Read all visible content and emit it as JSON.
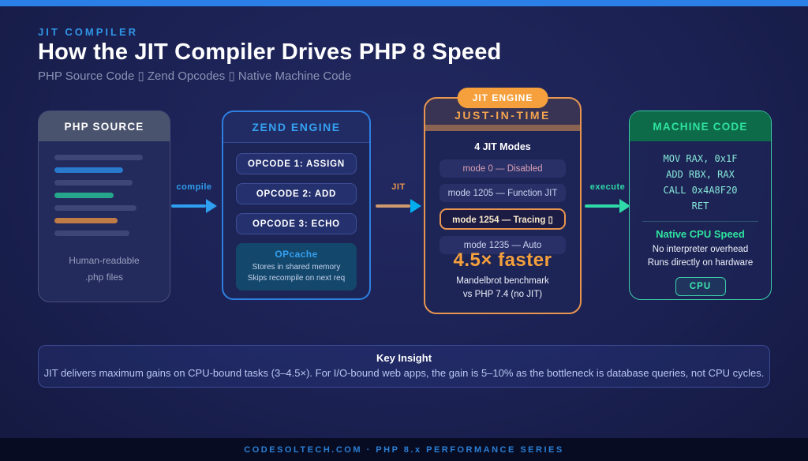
{
  "page": {
    "eyebrow": "JIT COMPILER",
    "title": "How the JIT Compiler Drives PHP 8 Speed",
    "subtitle": "PHP Source Code ▯ Zend Opcodes ▯ Native Machine Code"
  },
  "flow": {
    "php_source": {
      "header": "PHP SOURCE",
      "caption_line1": "Human-readable",
      "caption_line2": ".php files",
      "code_bars": [
        {
          "color": "#3e4678",
          "width": 112
        },
        {
          "color": "#2979cd",
          "width": 87
        },
        {
          "color": "#3e4678",
          "width": 99
        },
        {
          "color": "#26a78c",
          "width": 75
        },
        {
          "color": "#3e4678",
          "width": 104
        },
        {
          "color": "#c07c47",
          "width": 80
        },
        {
          "color": "#3e4678",
          "width": 95
        }
      ]
    },
    "compile_arrow": {
      "label": "compile"
    },
    "zend_engine": {
      "header": "ZEND ENGINE",
      "opcodes": [
        "OPCODE 1: ASSIGN",
        "OPCODE 2: ADD",
        "OPCODE 3: ECHO"
      ],
      "opcache": {
        "title": "OPcache",
        "line1": "Stores in shared memory",
        "line2": "Skips recompile on next req"
      }
    },
    "jit_arrow": {
      "label": "JIT"
    },
    "jit_engine": {
      "badge": "JIT ENGINE",
      "header": "JUST-IN-TIME",
      "modes_title": "4 JIT Modes",
      "modes": [
        {
          "label": "mode 0 — Disabled"
        },
        {
          "label": "mode 1205 — Function JIT"
        },
        {
          "label": "mode 1254 — Tracing ▯"
        },
        {
          "label": "mode 1235 — Auto"
        }
      ],
      "stat_value": "4.5× faster",
      "stat_line1": "Mandelbrot benchmark",
      "stat_line2": "vs PHP 7.4 (no JIT)"
    },
    "execute_arrow": {
      "label": "execute"
    },
    "machine_code": {
      "header": "MACHINE CODE",
      "asm": [
        "MOV RAX, 0x1F",
        "ADD RBX, RAX",
        "CALL 0x4A8F20",
        "RET"
      ],
      "speed_title": "Native CPU Speed",
      "speed_line1": "No interpreter overhead",
      "speed_line2": "Runs directly on hardware",
      "chip": "CPU"
    }
  },
  "insight": {
    "title": "Key Insight",
    "body": "JIT delivers maximum gains on CPU-bound tasks (3–4.5×). For I/O-bound web apps, the gain is 5–10% as the bottleneck is database queries, not CPU cycles."
  },
  "footer": "CODESOLTECH.COM · PHP 8.x PERFORMANCE SERIES",
  "colors": {
    "accent_blue": "#2b80e8",
    "accent_orange": "#f5a03c",
    "accent_teal": "#2fe3a0",
    "background": "#1b2152",
    "footer_bar": "#070c22",
    "php_header": "#49536d",
    "machine_header": "#0e6b49"
  }
}
